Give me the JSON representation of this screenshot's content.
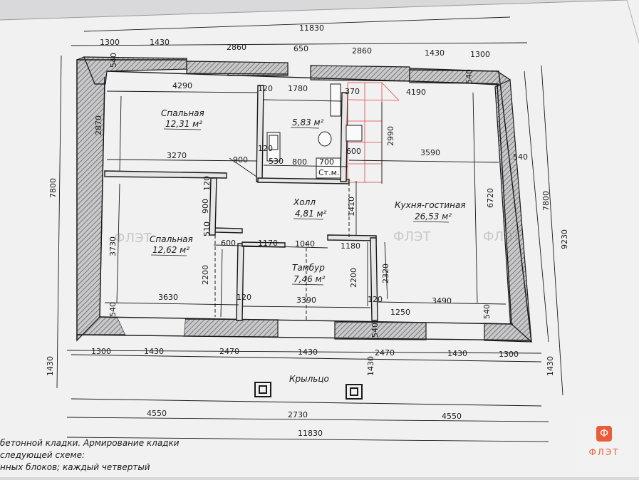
{
  "dims": {
    "top_overall": "11830",
    "top_segments": [
      "1300",
      "1430",
      "2860",
      "650",
      "2860",
      "1430",
      "1300"
    ],
    "bottom_segments": [
      "1300",
      "1430",
      "2470",
      "1430",
      "2470",
      "1430",
      "1300"
    ],
    "bottom_thirds": [
      "4550",
      "2730",
      "4550"
    ],
    "bottom_overall": "11830",
    "left_total": "7800",
    "left_porch": "1430",
    "right_total": "7800",
    "right_overall": "9230",
    "right_porch": "1430",
    "inner": {
      "d540a": "540",
      "d4290": "4290",
      "d120a": "120",
      "d1780": "1780",
      "d370": "370",
      "d4190": "4190",
      "d540b": "540",
      "d2870": "2870",
      "d2990": "2990",
      "d6720": "6720",
      "d540c": "540",
      "d120b": "120",
      "d900a": "900",
      "d3270": "3270",
      "d530": "530",
      "d800": "800",
      "d700": "700",
      "d600a": "600",
      "d3590": "3590",
      "d1410": "1410",
      "d120c": "120",
      "d900b": "900",
      "d510": "510",
      "d3730": "3730",
      "d600b": "600",
      "d1170": "1170",
      "d1040": "1040",
      "d1180": "1180",
      "d2200a": "2200",
      "d2200b": "2200",
      "d2320": "2320",
      "d540d": "540",
      "d3630": "3630",
      "d120d": "120",
      "d3390": "3390",
      "d120e": "120",
      "d1250": "1250",
      "d3490": "3490",
      "d540e": "540"
    }
  },
  "rooms": {
    "bed1_name": "Спальная",
    "bed1_area": "12,31 м²",
    "bath_area": "5,83 м²",
    "bed2_name": "Спальная",
    "bed2_area": "12,62 м²",
    "hall_name": "Холл",
    "hall_area": "4,81 м²",
    "kitchen_name": "Кухня-гостиная",
    "kitchen_area": "26,53 м²",
    "vest_name": "Тамбур",
    "vest_area": "7,46 м²",
    "wc_label": "Ст.м.",
    "porch_name": "Крыльцо"
  },
  "notes": {
    "line1": "бетонной кладки. Армирование кладки",
    "line2": "следующей схеме:",
    "line3": "нных блоков; каждый четвертый"
  },
  "watermarks": [
    "ФЛЭТ",
    "ФЛЭТ",
    "ФЛЭТ"
  ],
  "logo": {
    "mark": "Ф",
    "text": "ФЛЭТ"
  },
  "colors": {
    "paper": "#f4f4f5",
    "wall_hatch": "#555555",
    "line": "#1a1a1a",
    "accent": "#e85d3a",
    "grid_red": "#d44"
  }
}
